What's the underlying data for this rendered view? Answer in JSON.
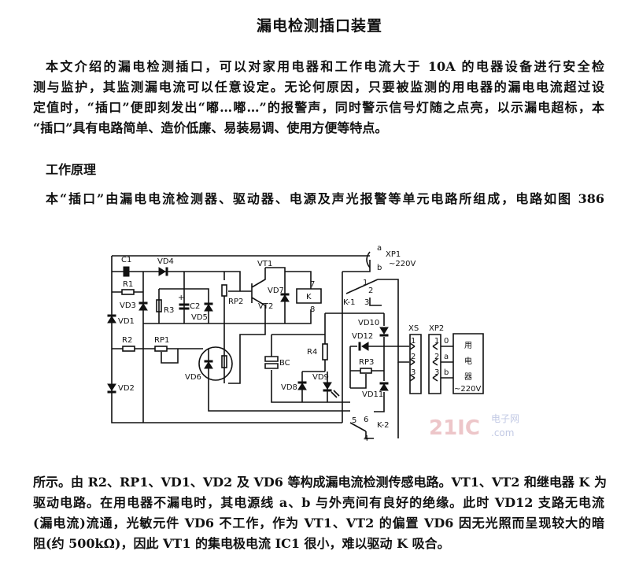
{
  "title": "漏电检测插口装置",
  "intro_lines": [
    "本文介绍的漏电检测插口，可以对家用电器和工作电流大于 10A 的电器设备进行安全检",
    "测与监护，其监测漏电流可以任意设定。无论何原因，只要被监测的用电器的漏电电流超过设",
    "定值时，“插口”便即刻发出“嘟…嘟…”的报警声，同时警示信号灯随之点亮，以示漏电超标，本",
    "“插口”具有电路简单、造价低廉、易装易调、使用方便等特点。"
  ],
  "section_heading": "工作原理",
  "principle_line": "本“插口”由漏电电流检测器、驱动器、电源及声光报警等单元电路所组成，电路如图 386",
  "bottom_lines": [
    "所示。由 R2、RP1、VD1、VD2 及 VD6 等构成漏电流检测传感电路。VT1、VT2 和继电器 K 为",
    "驱动电路。在用电器不漏电时，其电源线 a、b 与外壳间有良好的绝缘。此时 VD12 支路无电流",
    "(漏电流)流通，光敏元件 VD6 不工作，作为 VT1、VT2 的偏置 VD6 因无光照而呈现较大的暗",
    "阻(约 500kΩ)，因此 VT1 的集电极电流 IC1 很小，难以驱动 K 吸合。"
  ],
  "circuit": {
    "labels": {
      "C1": "C1",
      "R1": "R1",
      "VD4": "VD4",
      "VD3": "VD3",
      "VD1": "VD1",
      "R2": "R2",
      "RP1": "RP1",
      "VD2": "VD2",
      "R3": "R3",
      "C2": "C2",
      "VD5": "VD5",
      "RP2": "RP2",
      "VT1": "VT1",
      "VT2": "VT2",
      "VD7": "VD7",
      "K": "K",
      "pin7": "7",
      "pin8": "8",
      "VD6": "VD6",
      "BC": "BC",
      "R4": "R4",
      "VD8": "VD8",
      "VD9": "VD9",
      "K1": "K-1",
      "pin1": "1",
      "pin2": "2",
      "pin3": "3",
      "VD10": "VD10",
      "VD12": "VD12",
      "RP3": "RP3",
      "VD11": "VD11",
      "pin4": "4",
      "pin5": "5",
      "pin6": "6",
      "K2": "K-2",
      "XP1": "XP1",
      "xp1_a": "a",
      "xp1_b": "b",
      "xp1_voltage": "~220V",
      "XS": "XS",
      "XP2": "XP2",
      "xs_pins": [
        "1",
        "2",
        "3"
      ],
      "xp2_pins": [
        "1",
        "2",
        "3"
      ],
      "xp2_lines": [
        "0",
        "a",
        "b"
      ],
      "appliance": [
        "用",
        "电",
        "器"
      ],
      "appliance_voltage": "~220V"
    },
    "watermark": {
      "main": "21IC",
      "cn": "电子网",
      "com": ".com"
    }
  }
}
